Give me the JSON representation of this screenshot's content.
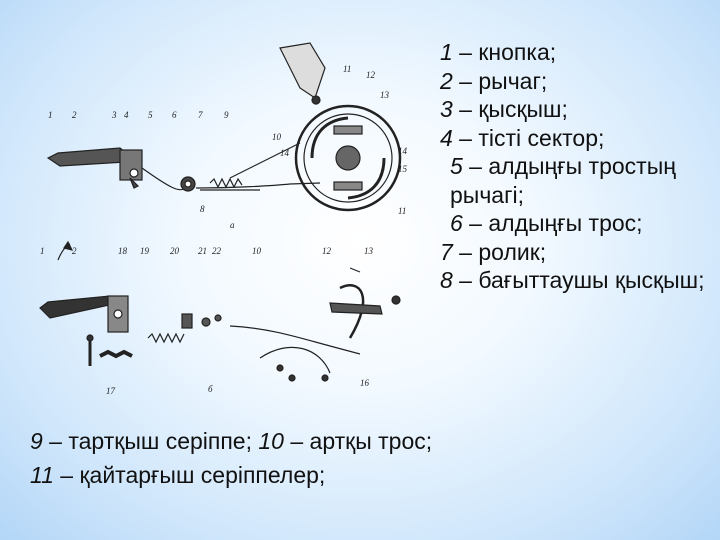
{
  "legend": [
    {
      "num": "1",
      "text": " – кнопка;"
    },
    {
      "num": "2",
      "text": " – рычаг;"
    },
    {
      "num": "3",
      "text": " – қысқыш;"
    },
    {
      "num": "4",
      "text": " – тісті сектор;"
    },
    {
      "num": "5",
      "text": " – алдыңғы тростың рычагі;"
    },
    {
      "num": "6",
      "text": " – алдыңғы трос;"
    },
    {
      "num": "7",
      "text": " – ролик;"
    },
    {
      "num": "8",
      "text": " – бағыттаушы қысқыш;"
    }
  ],
  "bottom": [
    {
      "num": "9",
      "text": " – тартқыш серіппе; "
    },
    {
      "num": "10",
      "text": " – артқы трос;"
    },
    {
      "num": "11",
      "text": " – қайтарғыш серіппелер;"
    }
  ],
  "diagram": {
    "top_labels": [
      "1",
      "2",
      "3",
      "4",
      "5",
      "6",
      "7",
      "9",
      "10",
      "14",
      "8",
      "11",
      "12",
      "13",
      "14",
      "15",
      "11"
    ],
    "top_caption": "а",
    "bottom_labels": [
      "1",
      "2",
      "18",
      "19",
      "20",
      "21",
      "22",
      "10",
      "12",
      "13",
      "17",
      "16"
    ],
    "bottom_caption": "б"
  }
}
